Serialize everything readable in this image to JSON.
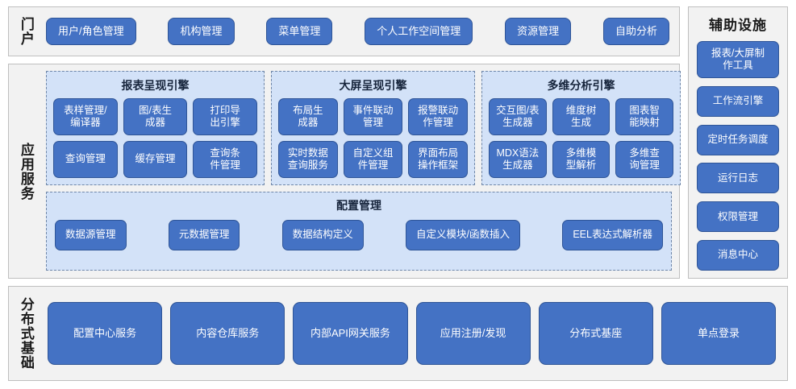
{
  "portal": {
    "label": "门户",
    "items": [
      {
        "label": "用户/角色管理"
      },
      {
        "label": "机构管理"
      },
      {
        "label": "菜单管理"
      },
      {
        "label": "个人工作空间管理"
      },
      {
        "label": "资源管理"
      },
      {
        "label": "自助分析"
      }
    ]
  },
  "app_services": {
    "label": "应用服务",
    "engines": [
      {
        "title": "报表呈现引擎",
        "items": [
          {
            "label": "表样管理/\n编译器"
          },
          {
            "label": "图/表生\n成器"
          },
          {
            "label": "打印导\n出引擎"
          },
          {
            "label": "查询管理"
          },
          {
            "label": "缓存管理"
          },
          {
            "label": "查询条\n件管理"
          }
        ]
      },
      {
        "title": "大屏呈现引擎",
        "items": [
          {
            "label": "布局生\n成器"
          },
          {
            "label": "事件联动\n管理"
          },
          {
            "label": "报警联动\n作管理"
          },
          {
            "label": "实时数据\n查询服务"
          },
          {
            "label": "自定义组\n件管理"
          },
          {
            "label": "界面布局\n操作框架"
          }
        ]
      },
      {
        "title": "多维分析引擎",
        "items": [
          {
            "label": "交互图/表\n生成器"
          },
          {
            "label": "维度树\n生成"
          },
          {
            "label": "图表智\n能映射"
          },
          {
            "label": "MDX语法\n生成器"
          },
          {
            "label": "多维模\n型解析"
          },
          {
            "label": "多维查\n询管理"
          }
        ]
      }
    ],
    "config": {
      "title": "配置管理",
      "items": [
        {
          "label": "数据源管理"
        },
        {
          "label": "元数据管理"
        },
        {
          "label": "数据结构定义"
        },
        {
          "label": "自定义模块/函数插入"
        },
        {
          "label": "EEL表达式解析器"
        }
      ]
    }
  },
  "distributed": {
    "label": "分布式基础",
    "items": [
      {
        "label": "配置中心服务"
      },
      {
        "label": "内容仓库服务"
      },
      {
        "label": "内部API网关服务"
      },
      {
        "label": "应用注册/发现"
      },
      {
        "label": "分布式基座"
      },
      {
        "label": "单点登录"
      }
    ]
  },
  "auxiliary": {
    "title": "辅助设施",
    "items": [
      {
        "label": "报表/大屏制\n作工具"
      },
      {
        "label": "工作流引擎"
      },
      {
        "label": "定时任务调度"
      },
      {
        "label": "运行日志"
      },
      {
        "label": "权限管理"
      },
      {
        "label": "消息中心"
      }
    ]
  },
  "colors": {
    "button_fill": "#4472C4",
    "button_border": "#2F5597",
    "group_fill": "#D3E2F8",
    "group_border": "#6E86A8",
    "panel_fill": "#F2F2F2",
    "panel_border": "#BFBFBF"
  }
}
